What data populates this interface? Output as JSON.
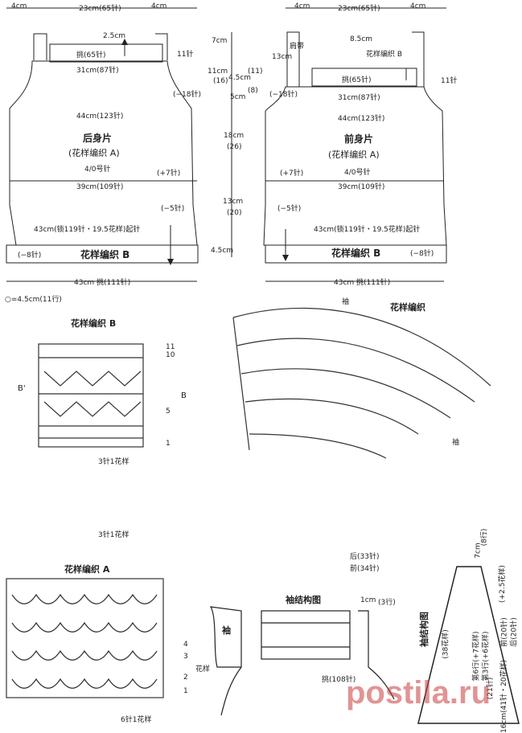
{
  "top_dims_left": {
    "left": "4cm",
    "mid": "23cm(65针)",
    "right": "4cm"
  },
  "top_dims_right": {
    "left": "4cm",
    "mid": "23cm(65针)",
    "right": "4cm"
  },
  "back_panel": {
    "title": "后身片",
    "subtitle": "(花样编织 A)",
    "needle": "4/0号针",
    "strap_height": "2.5cm",
    "pick_up": "挑(65针)",
    "neck_dec": "11针",
    "upper_width": "31cm(87针)",
    "armhole_dec": "(−18针)",
    "bust": "44cm(123针)",
    "inc": "(+7针)",
    "waist": "39cm(109针)",
    "dec": "(−5针)",
    "hem_note": "43cm(锁119针・19.5花样)起针",
    "edge_dec": "(−8针)",
    "edge_label": "花样编织 B",
    "bottom_width": "43cm 挑(111针)",
    "row_note": "○=4.5cm(11行)"
  },
  "front_panel": {
    "title": "前身片",
    "subtitle": "(花样编织 A)",
    "needle": "4/0号针",
    "strap_label": "肩带",
    "strap_height": "13cm",
    "strap_width": "8.5cm",
    "strap_pattern": "花样编织 B",
    "pick_up": "挑(65针)",
    "neck_dec": "11针",
    "upper_width": "31cm(87针)",
    "armhole_dec": "(−18针)",
    "bust": "44cm(123针)",
    "inc": "(+7针)",
    "waist": "39cm(109针)",
    "dec": "(−5针)",
    "hem_note": "43cm(锁119针・19.5花样)起针",
    "edge_dec": "(−8针)",
    "edge_label": "花样编织 B",
    "bottom_width": "43cm 挑(111针)"
  },
  "center_dims": [
    "7cm",
    "11cm",
    "(16)",
    "4.5cm",
    "(11)",
    "5cm",
    "(8)",
    "18cm",
    "(26)",
    "13cm",
    "(20)",
    "4.5cm"
  ],
  "pattern_b": {
    "title": "花样编织 B",
    "b_prime": "B'",
    "b": "B",
    "rows": [
      "11",
      "10",
      "5",
      "1"
    ],
    "repeat": "3针1花样"
  },
  "sleeve_chart": {
    "title": "花样编织",
    "sleeve_top": "袖",
    "sleeve_bottom": "袖"
  },
  "pattern_a": {
    "title": "花样编织 A",
    "repeat_top": "3针1花样",
    "rows": [
      "4",
      "3",
      "2",
      "1"
    ],
    "pattern_label": "花样",
    "repeat_bottom": "6针1花样"
  },
  "sleeve_structure": {
    "title": "袖结构图",
    "sleeve": "袖",
    "height": "1cm",
    "rows": "(3行)",
    "pick_up": "挑(108针)",
    "back": "后(33针)",
    "front": "前(34针)"
  },
  "sleeve_pattern": {
    "title": "袖结构图",
    "count": "(38花样)",
    "inc1": "第6行(+7花样)",
    "inc2": "第3行(+6花样)",
    "top": "7cm",
    "top_rows": "(8行)",
    "side": "(+2.5花样)",
    "front": "前(20针)",
    "back": "后(20针)",
    "bottom": "16cm(41针・20花样)",
    "row21": "(21针)"
  },
  "watermark": "postila.ru"
}
